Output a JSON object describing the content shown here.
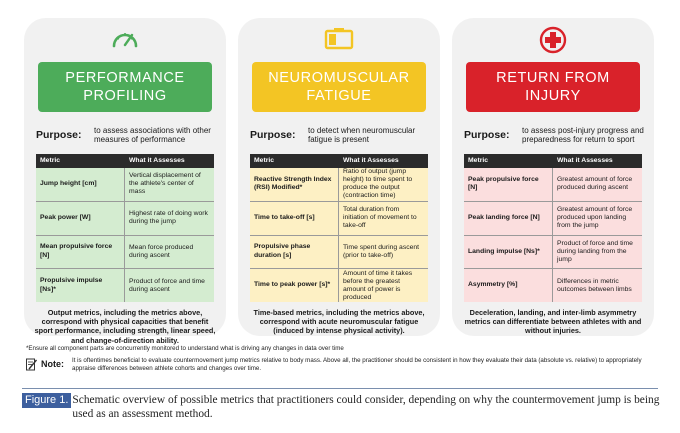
{
  "colors": {
    "performance": "#4dac5a",
    "fatigue": "#f3c524",
    "injury": "#d9222a",
    "header_dark": "#2b2b2b",
    "figure_label": "#3d5f9e"
  },
  "cards": [
    {
      "icon": "speedometer-icon",
      "title_line1": "PERFORMANCE",
      "title_line2": "PROFILING",
      "purpose_label": "Purpose:",
      "purpose_text": "to assess associations with other measures of performance",
      "col_metric": "Metric",
      "col_assesses": "What it Assesses",
      "rows": [
        {
          "metric": "Jump height [cm]",
          "assesses": "Vertical displacement of the athlete's center of mass"
        },
        {
          "metric": "Peak power [W]",
          "assesses": "Highest rate of doing work during the jump"
        },
        {
          "metric": "Mean propulsive force [N]",
          "assesses": "Mean force produced during ascent"
        },
        {
          "metric": "Propulsive impulse [Ns]*",
          "assesses": "Product of force and time during ascent"
        }
      ],
      "summary": "Output metrics, including the metrics above, correspond with physical capacities that benefit sport performance, including strength, linear speed, and change-of-direction ability."
    },
    {
      "icon": "battery-low-icon",
      "title_line1": "NEUROMUSCULAR",
      "title_line2": "FATIGUE",
      "purpose_label": "Purpose:",
      "purpose_text": "to detect when neuromuscular fatigue is present",
      "col_metric": "Metric",
      "col_assesses": "What it Assesses",
      "rows": [
        {
          "metric": "Reactive Strength Index (RSI) Modified*",
          "assesses": "Ratio of output (jump height) to time spent to produce the output (contraction time)"
        },
        {
          "metric": "Time to take-off [s]",
          "assesses": "Total duration from initiation of movement to take-off"
        },
        {
          "metric": "Propulsive phase duration [s]",
          "assesses": "Time spent during ascent (prior to take-off)"
        },
        {
          "metric": "Time to peak power [s]*",
          "assesses": "Amount of time it takes before the greatest amount of power is produced"
        }
      ],
      "summary": "Time-based metrics, including the metrics above, correspond with acute neuromuscular fatigue (induced by intense physical activity)."
    },
    {
      "icon": "medical-cross-icon",
      "title_line1": "RETURN FROM",
      "title_line2": "INJURY",
      "purpose_label": "Purpose:",
      "purpose_text": "to assess post-injury progress and preparedness for return to sport",
      "col_metric": "Metric",
      "col_assesses": "What it Assesses",
      "rows": [
        {
          "metric": "Peak propulsive force [N]",
          "assesses": "Greatest amount of force produced during ascent"
        },
        {
          "metric": "Peak landing force [N]",
          "assesses": "Greatest amount of force produced upon landing from the jump"
        },
        {
          "metric": "Landing impulse [Ns]*",
          "assesses": "Product of force and time during landing from the jump"
        },
        {
          "metric": "Asymmetry [%]",
          "assesses": "Differences in metric outcomes between limbs"
        }
      ],
      "summary": "Deceleration, landing, and inter-limb asymmetry metrics can differentiate between athletes with and without injuries."
    }
  ],
  "footnote": "*Ensure all component parts are concurrently monitored to understand what is driving any changes in data over time",
  "note": {
    "label": "Note:",
    "text": "It is oftentimes beneficial to evaluate countermovement jump metrics relative to body mass. Above all, the practitioner should be consistent in how they evaluate their data (absolute vs. relative) to appropriately appraise differences between athlete cohorts and changes over time."
  },
  "caption": {
    "label": "Figure 1.",
    "text": "Schematic overview of possible metrics that practitioners could consider, depending on why the countermovement jump is being used as an assessment method."
  }
}
